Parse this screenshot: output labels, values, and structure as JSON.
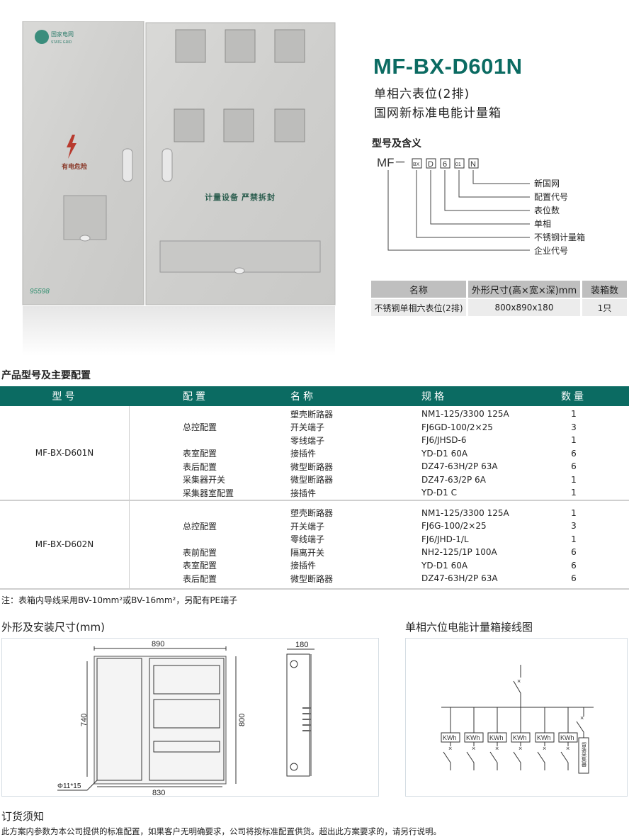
{
  "product": {
    "model": "MF-BX-D601N",
    "subtitle1": "单相六表位(2排)",
    "subtitle2": "国网新标准电能计量箱",
    "photo": {
      "logo_cn": "国家电网",
      "logo_en": "STATE GRID",
      "warning": "有电危险",
      "door_label": "计量设备 严禁拆封",
      "hotline": "95598"
    }
  },
  "meaning": {
    "heading": "型号及含义",
    "prefix": "MF－",
    "codes": [
      "BX",
      "D",
      "6",
      "01",
      "N"
    ],
    "labels": [
      "新国网",
      "配置代号",
      "表位数",
      "单相",
      "不锈钢计量箱",
      "企业代号"
    ]
  },
  "spec_table": {
    "headers": [
      "名称",
      "外形尺寸(高×宽×深)mm",
      "装箱数"
    ],
    "row": [
      "不锈钢单相六表位(2排)",
      "800x890x180",
      "1只"
    ]
  },
  "config": {
    "heading": "产品型号及主要配置",
    "headers": [
      "型号",
      "配置",
      "名称",
      "规格",
      "数量"
    ],
    "groups": [
      {
        "model": "MF-BX-D601N",
        "rows": [
          {
            "config": "",
            "name": "塑壳断路器",
            "spec": "NM1-125/3300 125A",
            "qty": "1"
          },
          {
            "config": "总控配置",
            "name": "开关端子",
            "spec": "FJ6GD-100/2×25",
            "qty": "3"
          },
          {
            "config": "",
            "name": "零线端子",
            "spec": "FJ6/JHSD-6",
            "qty": "1"
          },
          {
            "config": "表室配置",
            "name": "接插件",
            "spec": "YD-D1 60A",
            "qty": "6"
          },
          {
            "config": "表后配置",
            "name": "微型断路器",
            "spec": "DZ47-63H/2P 63A",
            "qty": "6"
          },
          {
            "config": "采集器开关",
            "name": "微型断路器",
            "spec": "DZ47-63/2P 6A",
            "qty": "1"
          },
          {
            "config": "采集器室配置",
            "name": "接插件",
            "spec": "YD-D1 C",
            "qty": "1"
          }
        ]
      },
      {
        "model": "MF-BX-D602N",
        "rows": [
          {
            "config": "",
            "name": "塑壳断路器",
            "spec": "NM1-125/3300 125A",
            "qty": "1"
          },
          {
            "config": "总控配置",
            "name": "开关端子",
            "spec": "FJ6G-100/2×25",
            "qty": "3"
          },
          {
            "config": "",
            "name": "零线端子",
            "spec": "FJ6/JHD-1/L",
            "qty": "1"
          },
          {
            "config": "表前配置",
            "name": "隔离开关",
            "spec": "NH2-125/1P 100A",
            "qty": "6"
          },
          {
            "config": "表室配置",
            "name": "接插件",
            "spec": "YD-D1 60A",
            "qty": "6"
          },
          {
            "config": "表后配置",
            "name": "微型断路器",
            "spec": "DZ47-63H/2P 63A",
            "qty": "6"
          }
        ]
      }
    ],
    "note": "注：表箱内导线采用BV-10mm²或BV-16mm²，另配有PE端子"
  },
  "dimensions": {
    "heading": "外形及安装尺寸(mm)",
    "width": "890",
    "height": "800",
    "depth": "180",
    "mount_h": "740",
    "mount_w": "830",
    "hole": "Φ11*15"
  },
  "wiring": {
    "heading": "单相六位电能计量箱接线图",
    "meter_label": "KWh",
    "collector": "留装采集器"
  },
  "order": {
    "heading": "订货须知",
    "text": "此方案内参数为本公司提供的标准配置，如果客户无明确要求，公司将按标准配置供货。超出此方案要求的，请另行说明。"
  },
  "colors": {
    "brand": "#0b6b62",
    "warning": "#c0302a"
  }
}
